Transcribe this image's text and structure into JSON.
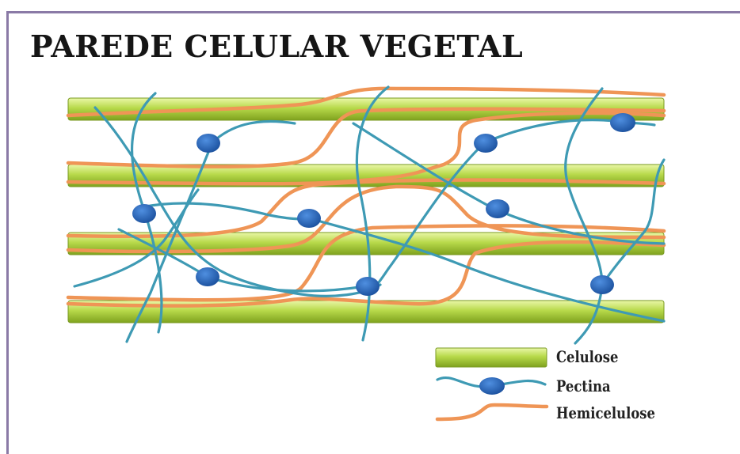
{
  "title": "PAREDE CELULAR VEGETAL",
  "colors": {
    "celulose_light": "#cde86a",
    "celulose_dark": "#7fa21e",
    "pectina_strand": "#3e9ab4",
    "pectina_node": "#1f5fb0",
    "hemicelulose": "#ef9556",
    "frame": "#8a7aa6"
  },
  "legend": [
    {
      "key": "celulose",
      "label": "Celulose"
    },
    {
      "key": "pectina",
      "label": "Pectina"
    },
    {
      "key": "hemicelulose",
      "label": "Hemicelulose"
    }
  ]
}
